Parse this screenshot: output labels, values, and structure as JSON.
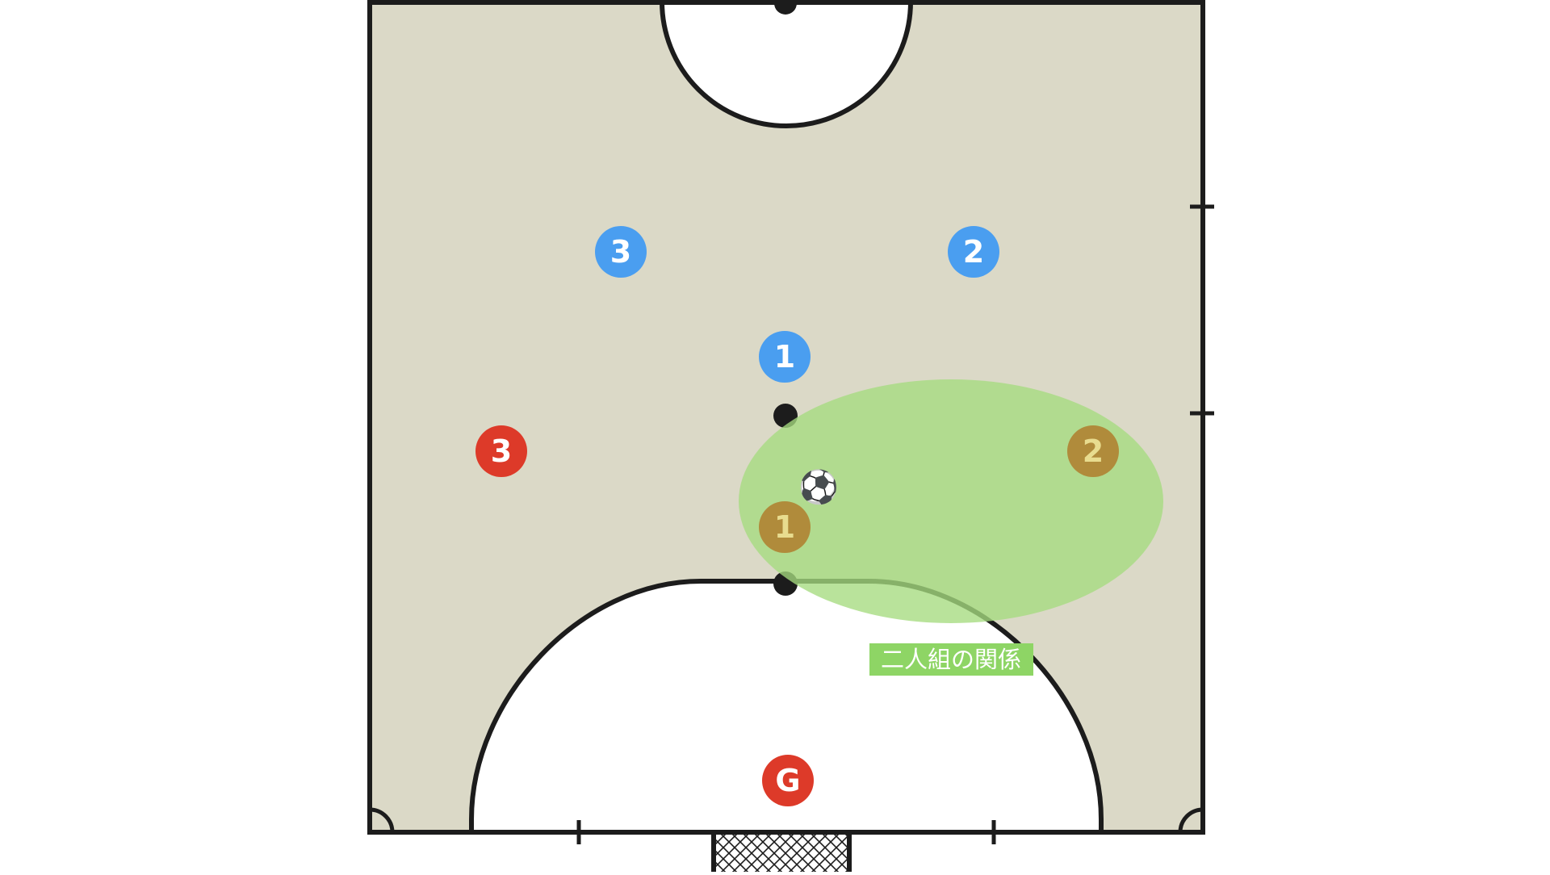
{
  "colors": {
    "court_fill": "#dbd9c7",
    "line": "#1c1c1c",
    "team_blue": "#4a9ef0",
    "team_red": "#dd3a29",
    "team_gold": "#b08b3b",
    "gold_text": "#e8dc8f",
    "highlight_zone": "#a5db7f",
    "label_bg": "#8ed565",
    "label_text": "#ffffff"
  },
  "players": [
    {
      "team": "blue",
      "label": "3"
    },
    {
      "team": "blue",
      "label": "2"
    },
    {
      "team": "blue",
      "label": "1"
    },
    {
      "team": "red",
      "label": "3"
    },
    {
      "team": "gold",
      "label": "2"
    },
    {
      "team": "gold",
      "label": "1"
    },
    {
      "team": "red",
      "label": "G"
    }
  ],
  "ball": {
    "icon": "soccer-ball-icon",
    "glyph": "⚽"
  },
  "zone_label": "二人組の関係"
}
